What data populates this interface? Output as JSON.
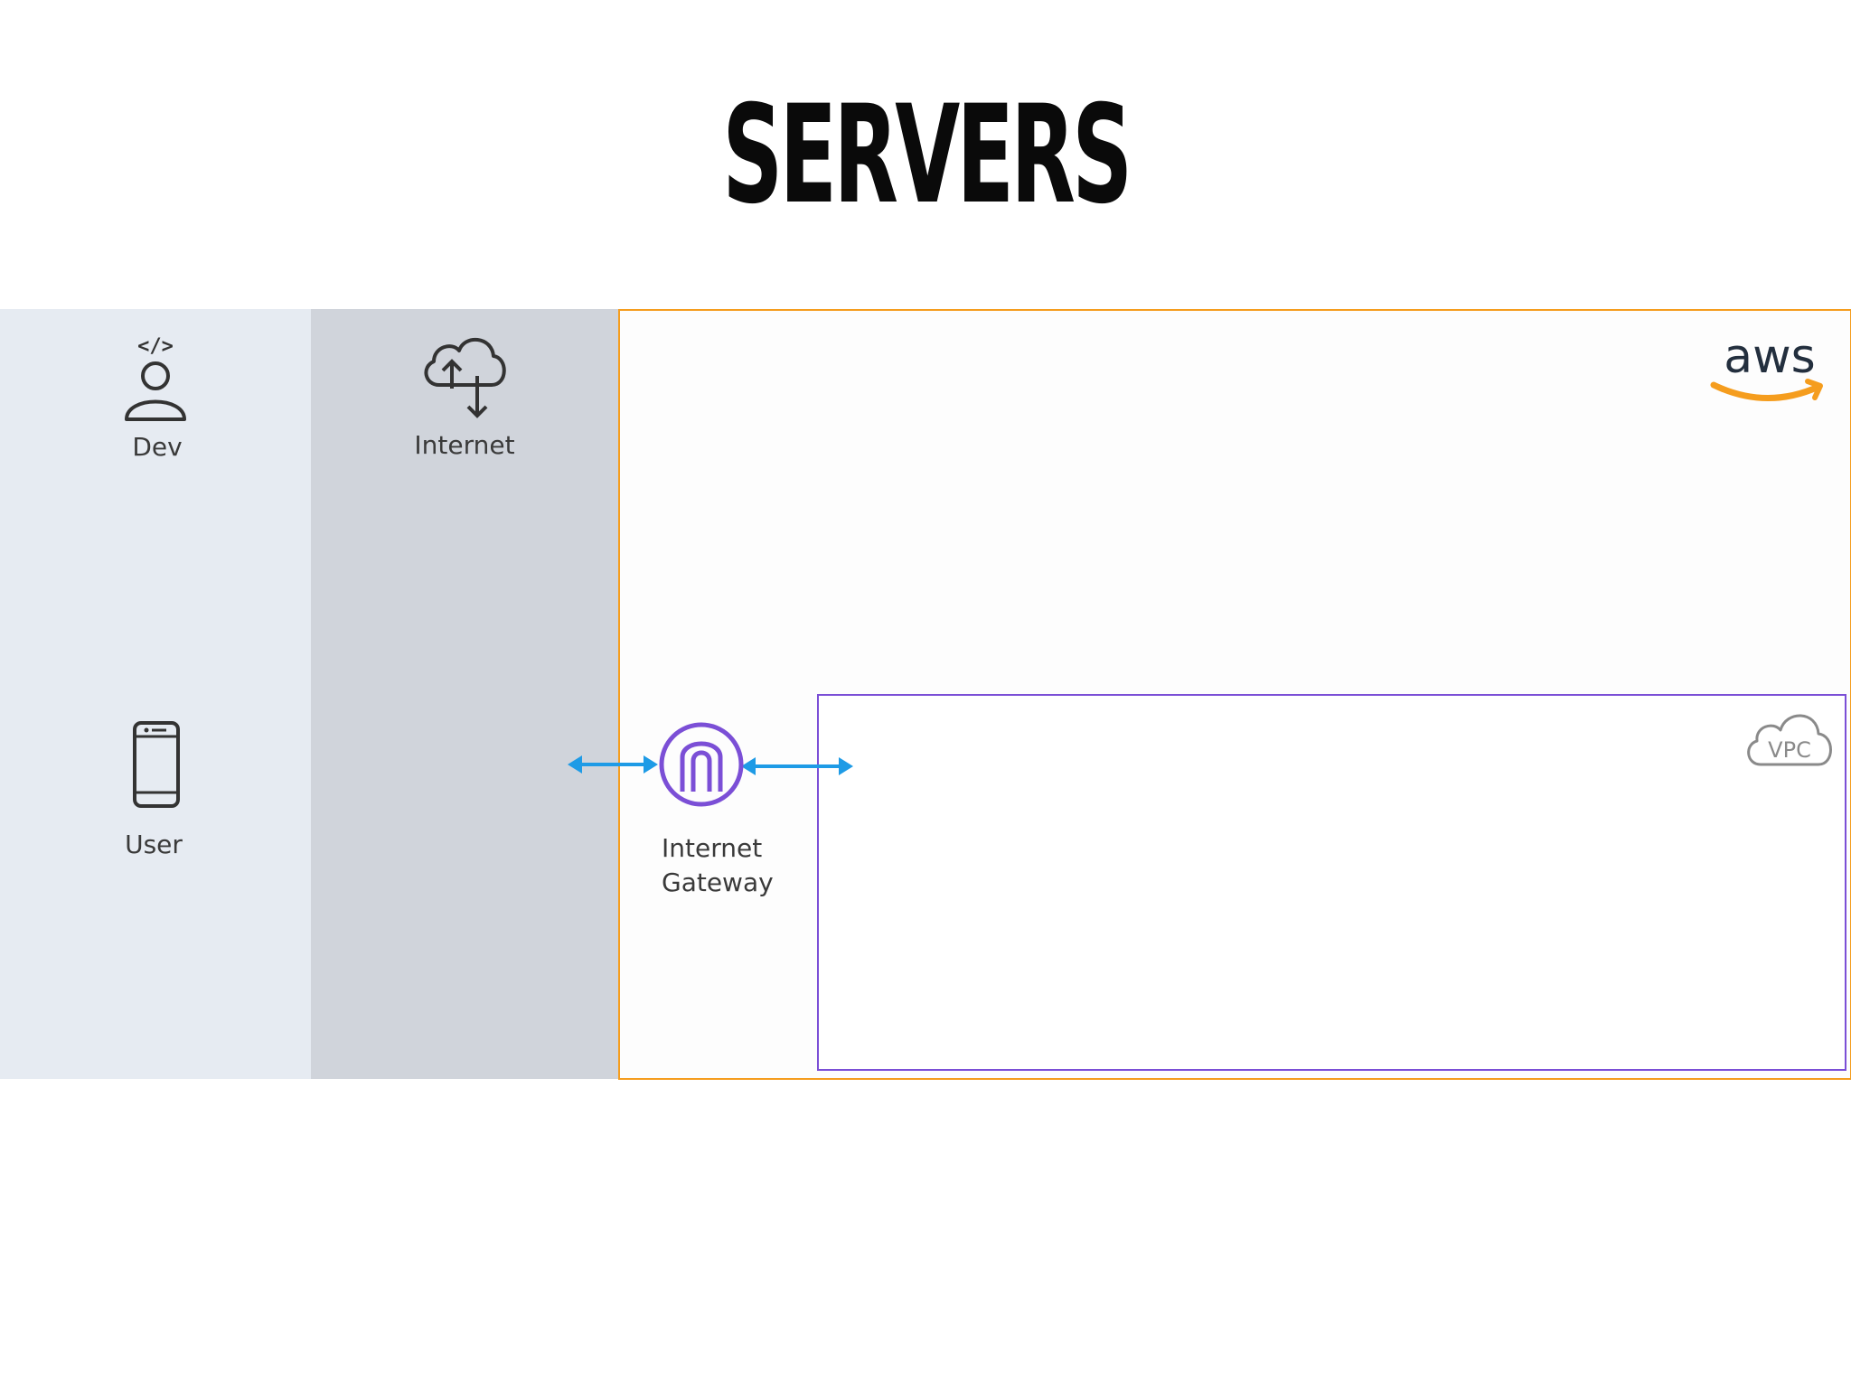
{
  "header": {
    "title": "SERVERS"
  },
  "lanes": {
    "dev": {
      "label": "Dev",
      "icon": "developer-user-icon"
    },
    "user": {
      "label": "User",
      "icon": "mobile-phone-icon"
    },
    "internet": {
      "label": "Internet",
      "icon": "cloud-upload-download-icon"
    }
  },
  "aws": {
    "logo_text": "aws",
    "logo_icon": "aws-logo-icon",
    "border_color": "#f59d1e"
  },
  "gateway": {
    "label_line1": "Internet",
    "label_line2": "Gateway",
    "icon": "internet-gateway-icon",
    "color": "#7b4fd6"
  },
  "vpc": {
    "badge_text": "VPC",
    "icon": "vpc-cloud-icon",
    "border_color": "#7b4fd6"
  },
  "arrows": {
    "color": "#1e9be6"
  }
}
